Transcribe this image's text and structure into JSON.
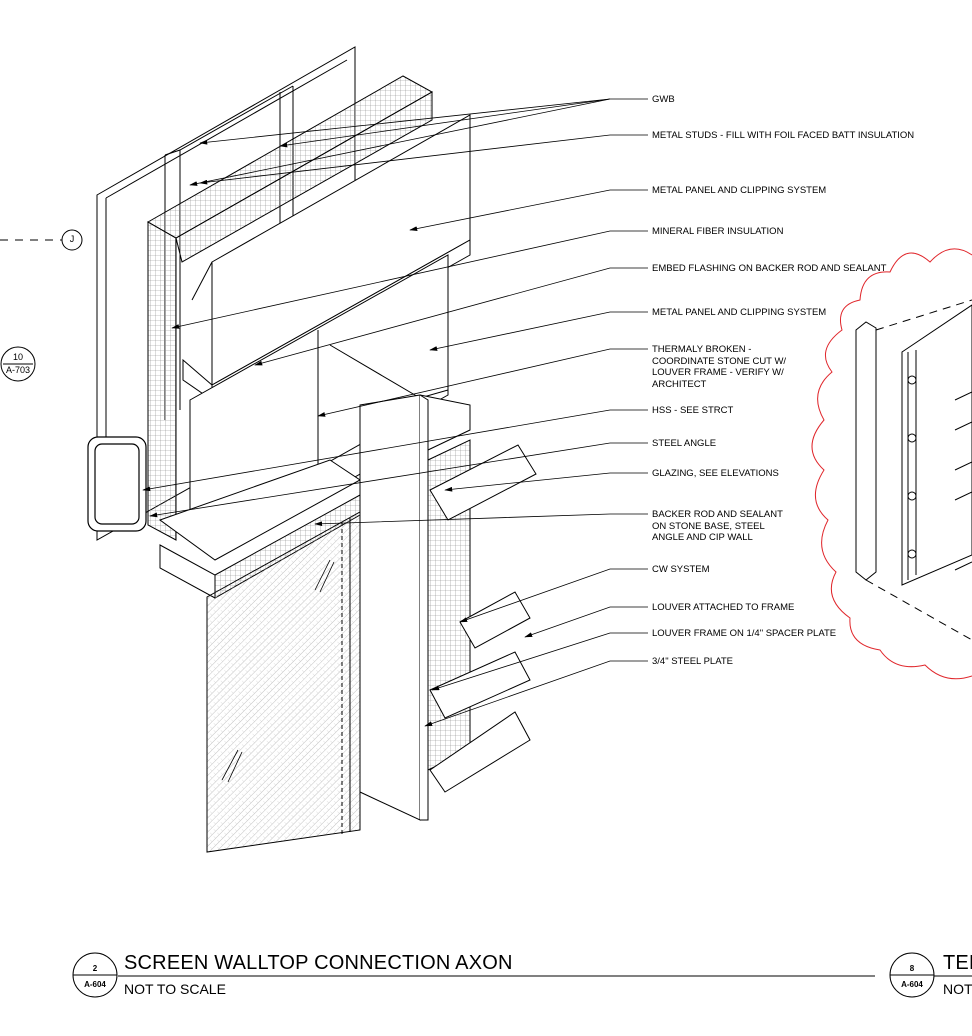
{
  "notes": [
    "GWB",
    "METAL STUDS - FILL WITH FOIL FACED BATT INSULATION",
    "METAL PANEL AND CLIPPING SYSTEM",
    "MINERAL FIBER INSULATION",
    "EMBED FLASHING ON BACKER ROD AND SEALANT",
    "METAL PANEL AND CLIPPING SYSTEM",
    "THERMALY BROKEN -\nCOORDINATE STONE CUT W/\nLOUVER FRAME - VERIFY W/\nARCHITECT",
    "HSS - SEE STRCT",
    "STEEL ANGLE",
    "GLAZING, SEE ELEVATIONS",
    "BACKER ROD AND SEALANT\nON STONE BASE, STEEL\nANGLE AND CIP WALL",
    "CW SYSTEM",
    "LOUVER ATTACHED TO FRAME",
    "LOUVER FRAME ON  1/4\" SPACER PLATE",
    "3/4\" STEEL PLATE"
  ],
  "grid_tag": "J",
  "section_tag": {
    "num": "10",
    "sheet": "A-703"
  },
  "detail_main": {
    "num": "2",
    "sheet": "A-604",
    "title": "SCREEN WALLTOP CONNECTION AXON",
    "scale": "NOT TO SCALE"
  },
  "detail_right": {
    "num": "8",
    "sheet": "A-604",
    "title": "TEL",
    "scale": "NOT"
  },
  "colors": {
    "cloud": "#e0262b",
    "line": "#000000",
    "hatch": "#9a9a9a"
  }
}
